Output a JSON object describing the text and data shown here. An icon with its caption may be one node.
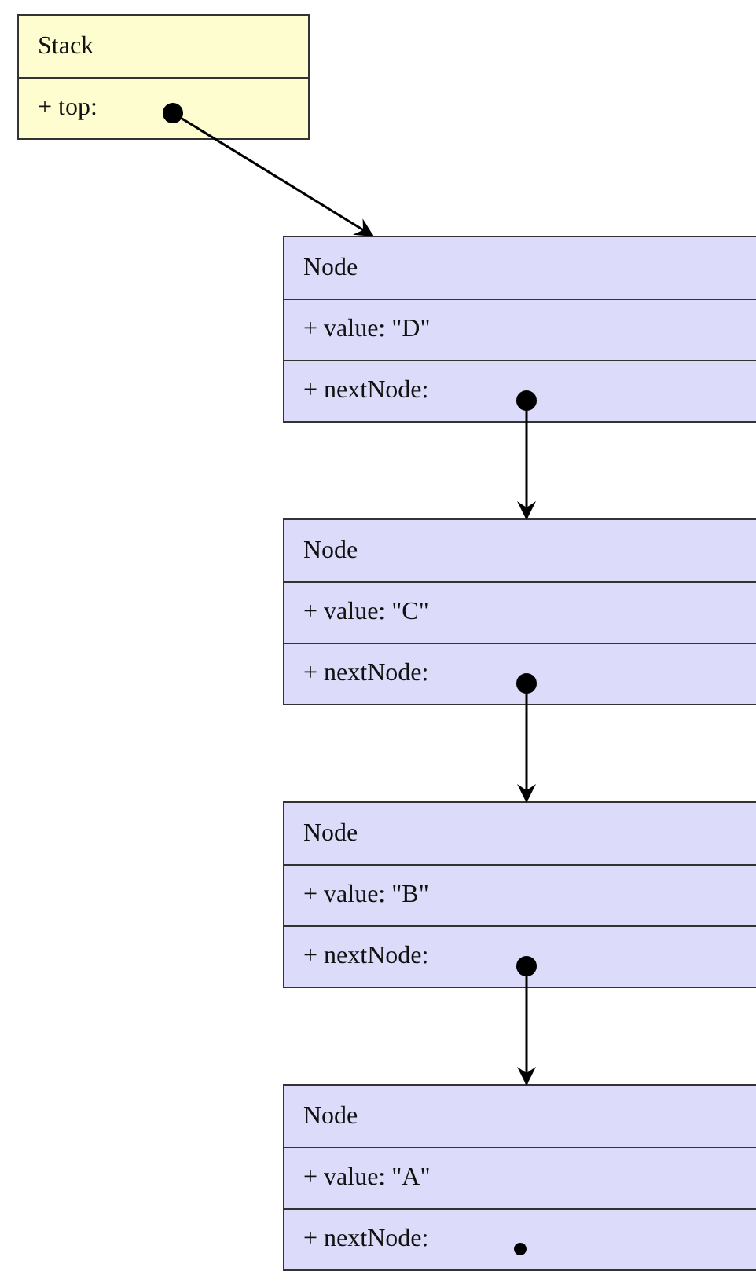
{
  "diagram": {
    "nodes": [
      {
        "text": [
          "Stack",
          "+ top:"
        ]
      },
      {
        "text": [
          "Node",
          "+ value: \"D\"",
          "+ nextNode:"
        ]
      },
      {
        "text": [
          "Node",
          "+ value: \"C\"",
          "+ nextNode:"
        ]
      },
      {
        "text": [
          "Node",
          "+ value: \"B\"",
          "+ nextNode:"
        ]
      },
      {
        "text": [
          "Node",
          "+ value: \"A\"",
          "+ nextNode:"
        ]
      }
    ],
    "edges": [
      {
        "from": 0,
        "to": 1,
        "arrow": "to"
      },
      {
        "from": 1,
        "to": 2,
        "arrow": "to"
      },
      {
        "from": 2,
        "to": 3,
        "arrow": "to"
      },
      {
        "from": 3,
        "to": 4,
        "arrow": "to"
      }
    ]
  }
}
